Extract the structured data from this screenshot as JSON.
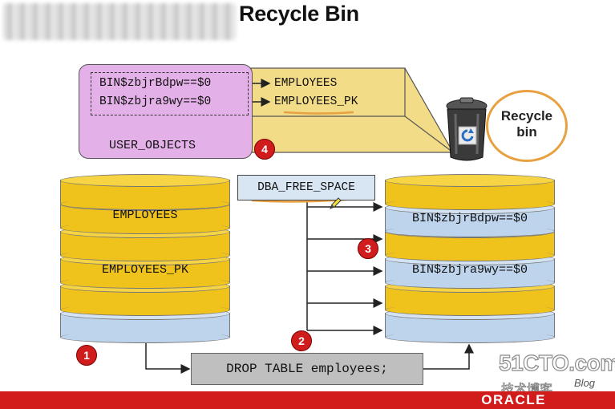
{
  "title": "Recycle Bin",
  "user_objects": {
    "label": "USER_OBJECTS",
    "rows": [
      {
        "bin_name": "BIN$zbjrBdpw==$0",
        "original": "EMPLOYEES"
      },
      {
        "bin_name": "BIN$zbjra9wy==$0",
        "original": "EMPLOYEES_PK"
      }
    ]
  },
  "recycle_bin_label": [
    "Recycle",
    "bin"
  ],
  "dba_free_space": "DBA_FREE_SPACE",
  "left_disk": [
    "EMPLOYEES",
    "EMPLOYEES_PK"
  ],
  "right_disk": [
    "BIN$zbjrBdpw==$0",
    "BIN$zbjra9wy==$0"
  ],
  "command": "DROP TABLE employees;",
  "steps": [
    "1",
    "2",
    "3",
    "4"
  ],
  "footer": {
    "brand": "ORACLE"
  },
  "watermark": {
    "site": "51CTO.com",
    "sub": "技术博客",
    "blog": "Blog"
  },
  "colors": {
    "accent_red": "#d21c1c",
    "disk_yellow": "#f0c21c",
    "disk_blue": "#bed4ec",
    "user_objects_bg": "#e4b0e8",
    "highlight_orange": "#e8a040"
  },
  "icons": {
    "trash": "recycle-bin-trash-icon",
    "pencil": "pencil-icon"
  }
}
